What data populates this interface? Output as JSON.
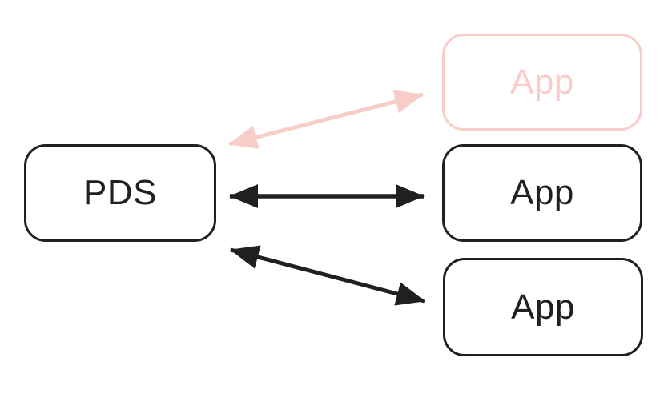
{
  "diagram": {
    "background": "#ffffff",
    "colors": {
      "ink": "#221f20",
      "pink": "#f8cdc8"
    },
    "nodes": {
      "pds": {
        "label": "PDS",
        "variant": "black"
      },
      "app_inactive": {
        "label": "App",
        "variant": "pink-faded"
      },
      "app_middle": {
        "label": "App",
        "variant": "black"
      },
      "app_bottom": {
        "label": "App",
        "variant": "black"
      }
    },
    "edges": [
      {
        "from": "pds",
        "to": "app_inactive",
        "bidirectional": true,
        "color": "pink"
      },
      {
        "from": "pds",
        "to": "app_middle",
        "bidirectional": true,
        "color": "black"
      },
      {
        "from": "pds",
        "to": "app_bottom",
        "bidirectional": true,
        "color": "black"
      }
    ]
  }
}
